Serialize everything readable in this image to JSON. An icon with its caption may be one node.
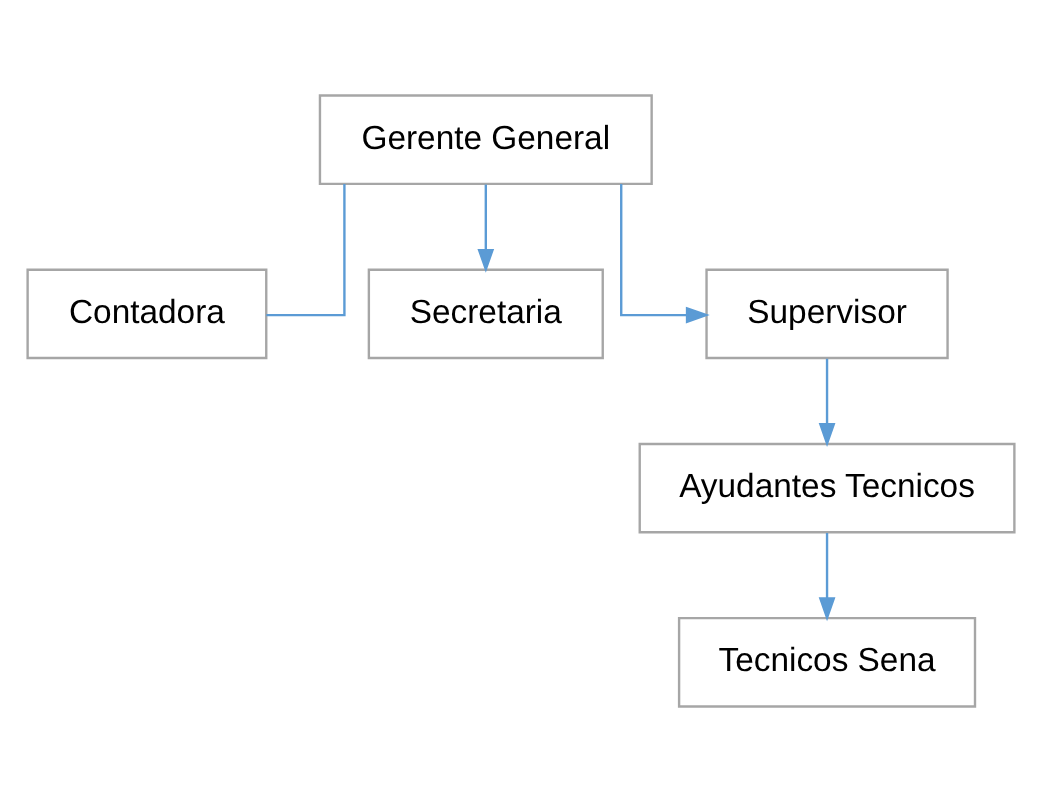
{
  "diagram": {
    "nodes": [
      {
        "text": [
          "Gerente General"
        ]
      },
      {
        "text": [
          "Contadora"
        ]
      },
      {
        "text": [
          "Secretaria"
        ]
      },
      {
        "text": [
          "Supervisor"
        ]
      },
      {
        "text": [
          "Ayudantes Tecnicos"
        ]
      },
      {
        "text": [
          "Tecnicos Sena"
        ]
      }
    ],
    "edges": [
      {
        "from": 0,
        "to": 1,
        "arrow": "none"
      },
      {
        "from": 0,
        "to": 2,
        "arrow": "to"
      },
      {
        "from": 0,
        "to": 3,
        "arrow": "to"
      },
      {
        "from": 3,
        "to": 4,
        "arrow": "to"
      },
      {
        "from": 4,
        "to": 5,
        "arrow": "to"
      }
    ]
  }
}
